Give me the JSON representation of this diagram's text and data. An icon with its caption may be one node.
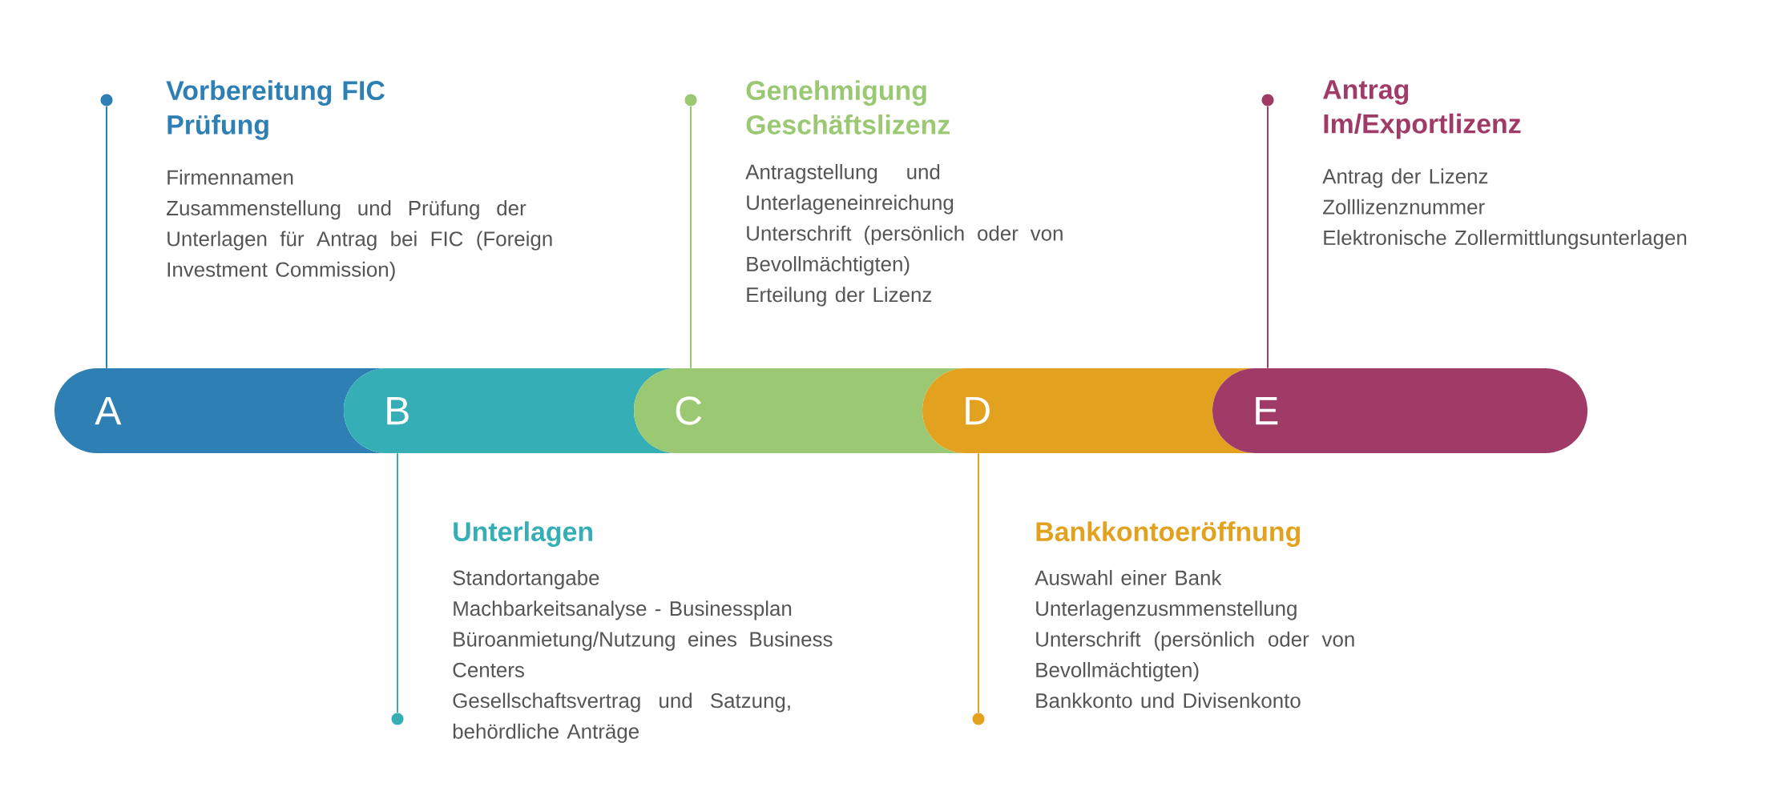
{
  "diagram": {
    "nodes": [
      {
        "text": [
          "A"
        ]
      },
      {
        "text": [
          "B"
        ]
      },
      {
        "text": [
          "C"
        ]
      },
      {
        "text": [
          "D"
        ]
      },
      {
        "text": [
          "E"
        ]
      },
      {
        "text": [],
        "shape": "circle"
      },
      {
        "text": [],
        "shape": "circle"
      },
      {
        "text": [],
        "shape": "circle"
      },
      {
        "text": [],
        "shape": "circle"
      },
      {
        "text": [],
        "shape": "circle"
      },
      {
        "text": [
          "Vorbereitung FIC Prüfung",
          "Firmennamen",
          "Zusammenstellung und Prüfung der Unterlagen für Antrag bei FIC  (Foreign Investment Commission)"
        ]
      },
      {
        "text": [
          "Unterlagen",
          "Standortangabe",
          "Machbarkeitsanalyse - Businessplan",
          "Büroanmietung/Nutzung eines Business Centers",
          "Gesellschaftsvertrag und Satzung, behördliche Anträge"
        ]
      },
      {
        "text": [
          "Genehmigung Geschäftslizenz",
          "Antragstellung und Unterlageneinreichung",
          "Unterschrift (persönlich oder von Bevollmächtigten)",
          "Erteilung der Lizenz"
        ]
      },
      {
        "text": [
          "Bankkontoeröffnung",
          "Auswahl einer Bank",
          "Unterlagenzusmmenstellung",
          "Unterschrift  (persönlich oder von Bevollmächtigten)",
          "Bankkonto und Divisenkonto"
        ]
      },
      {
        "text": [
          "Antrag Im/Exportlizenz",
          "Antrag der Lizenz",
          "Zolllizenznummer",
          "Elektronische Zollermittlungsunterlagen"
        ]
      }
    ],
    "edges": [
      {
        "from": 5,
        "to": 0,
        "arrow": "none",
        "color": "#2e7fb4"
      },
      {
        "from": 6,
        "to": 1,
        "arrow": "none",
        "color": "#35afb5"
      },
      {
        "from": 7,
        "to": 2,
        "arrow": "none",
        "color": "#9bc873"
      },
      {
        "from": 8,
        "to": 3,
        "arrow": "none",
        "color": "#e2a21f"
      },
      {
        "from": 9,
        "to": 4,
        "arrow": "none",
        "color": "#a03b68"
      }
    ]
  }
}
